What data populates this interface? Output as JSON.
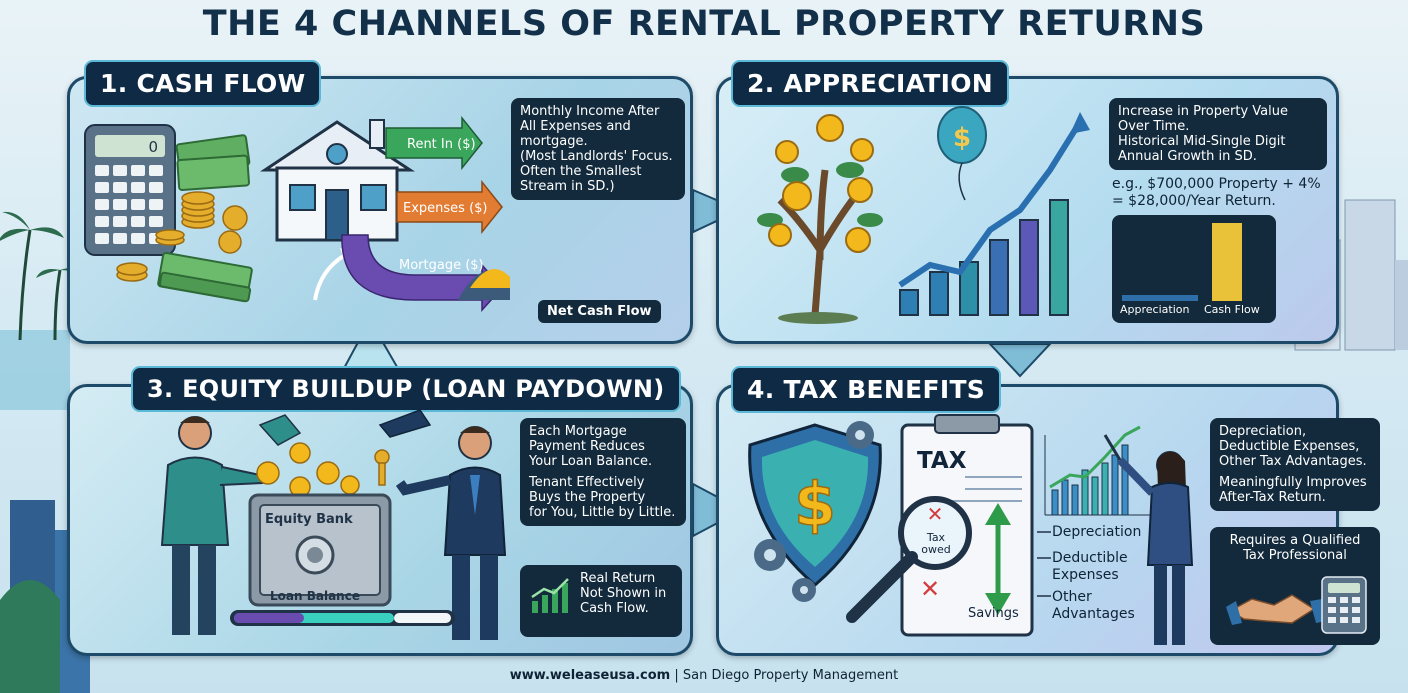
{
  "title": "THE 4 CHANNELS OF RENTAL PROPERTY RETURNS",
  "colors": {
    "navy": "#0f2a44",
    "teal": "#2aa7a9",
    "green": "#3aa65b",
    "orange": "#e27c33",
    "purple": "#6a4bb0",
    "gold": "#f2b81c"
  },
  "cash_flow": {
    "tab": "1. CASH FLOW",
    "calculator_display": "0",
    "arrows": {
      "rent": "Rent In ($)",
      "expenses": "Expenses ($)",
      "mortgage": "Mortgage ($)"
    },
    "description": [
      "Monthly Income After",
      "All Expenses and",
      "mortgage.",
      "(Most Landlords' Focus.",
      "Often the Smallest",
      "Stream in SD.)"
    ],
    "net_label": "Net Cash Flow",
    "icons": [
      "calculator-icon",
      "money-stack-icon",
      "coins-icon",
      "house-icon",
      "gold-pile-icon"
    ]
  },
  "appreciation": {
    "tab": "2. APPRECIATION",
    "description": [
      "Increase in Property Value",
      "Over Time.",
      "Historical Mid-Single Digit",
      "Annual Growth in SD."
    ],
    "example": [
      "e.g., $700,000 Property + 4%",
      "= $28,000/Year Return."
    ],
    "comparison_chart": {
      "categories": [
        "Appreciation",
        "Cash Flow"
      ]
    },
    "icons": [
      "money-tree-icon",
      "dollar-balloon-icon",
      "growth-chart-icon",
      "city-skyline-icon"
    ]
  },
  "equity": {
    "tab": "3. EQUITY BUILDUP (LOAN PAYDOWN)",
    "safe_title": "Equity Bank",
    "safe_label": "Loan Balance",
    "description_1": [
      "Each Mortgage",
      "Payment Reduces",
      "Your Loan Balance."
    ],
    "description_2": [
      "Tenant Effectively",
      "Buys the Property",
      "for You, Little by Little."
    ],
    "callout": [
      "Real Return",
      "Not Shown in",
      "Cash Flow."
    ],
    "icons": [
      "tenant-figure-icon",
      "landlord-figure-icon",
      "safe-icon",
      "key-icon",
      "coins-icon",
      "mini-chart-icon"
    ]
  },
  "tax": {
    "tab": "4. TAX BENEFITS",
    "doc_title": "TAX",
    "magnifier_text": [
      "Tax",
      "owed"
    ],
    "savings": "Savings",
    "list": [
      "Depreciation",
      "Deductible",
      "Expenses",
      "Other",
      "Advantages"
    ],
    "description_1": [
      "Depreciation,",
      "Deductible Expenses,",
      "Other Tax Advantages."
    ],
    "description_2": [
      "Meaningfully Improves",
      "After-Tax Return."
    ],
    "professional": [
      "Requires a Qualified",
      "Tax Professional"
    ],
    "icons": [
      "shield-dollar-icon",
      "gear-icon",
      "clipboard-icon",
      "magnifier-icon",
      "presenter-icon",
      "handshake-icon",
      "calculator-icon"
    ]
  },
  "footer": {
    "site": "www.weleaseusa.com",
    "separator": "|",
    "tagline": "San Diego Property Management"
  }
}
